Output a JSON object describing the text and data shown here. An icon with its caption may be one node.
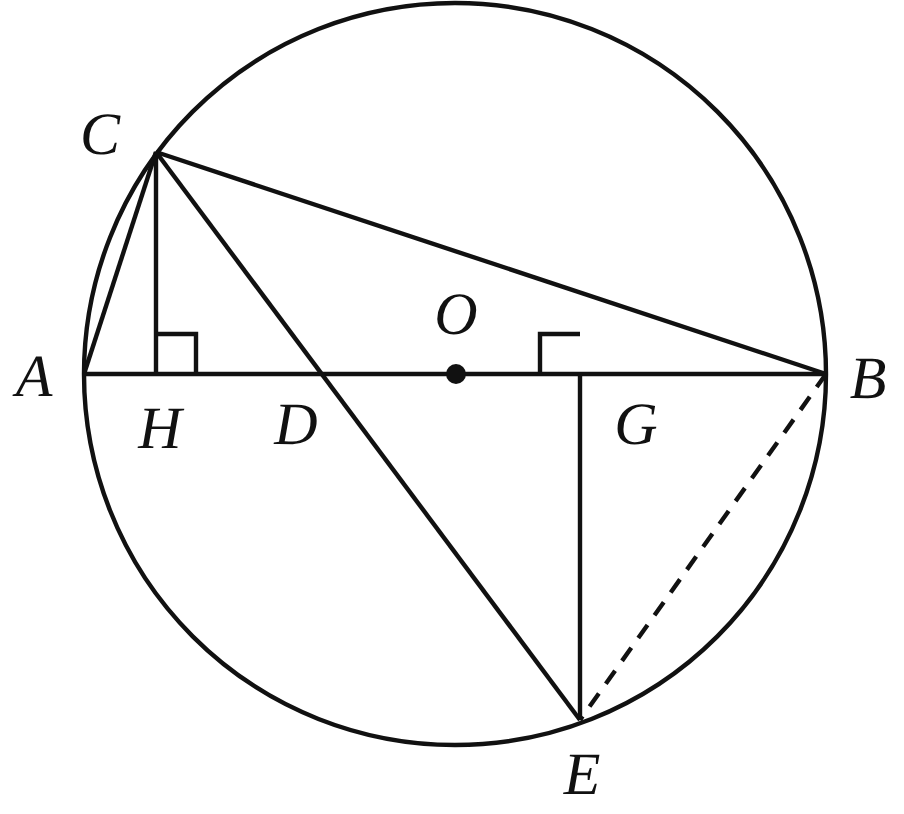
{
  "diagram": {
    "labels": [
      "C",
      "O",
      "A",
      "B",
      "H",
      "D",
      "G",
      "E"
    ]
  }
}
